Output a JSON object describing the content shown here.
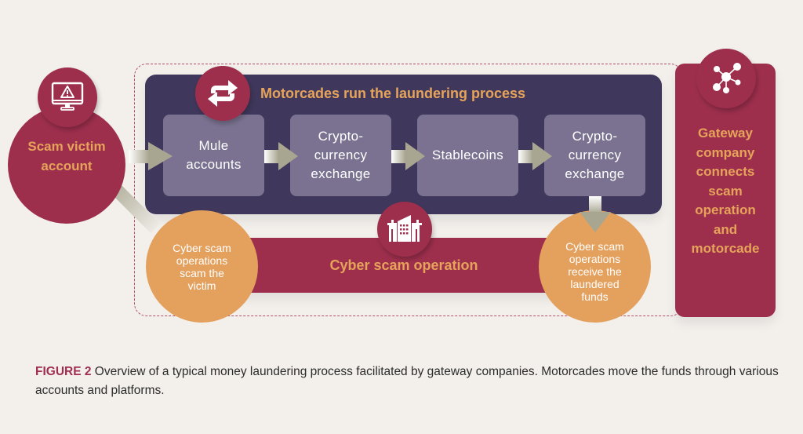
{
  "diagram": {
    "victim": {
      "label_line1": "Scam victim",
      "label_line2": "account",
      "icon": "computer-warning-icon"
    },
    "laundering": {
      "title": "Motorcades run the laundering process",
      "icon": "exchange-arrows-icon",
      "steps": [
        {
          "lines": [
            "Mule",
            "accounts"
          ]
        },
        {
          "lines": [
            "Crypto-",
            "currency",
            "exchange"
          ]
        },
        {
          "lines": [
            "Stablecoins"
          ]
        },
        {
          "lines": [
            "Crypto-",
            "currency",
            "exchange"
          ]
        }
      ]
    },
    "scam_operation": {
      "title": "Cyber scam operation",
      "icon": "building-icon",
      "left_bubble": [
        "Cyber scam",
        "operations",
        "scam the",
        "victim"
      ],
      "right_bubble": [
        "Cyber scam",
        "operations",
        "receive the",
        "laundered",
        "funds"
      ]
    },
    "gateway": {
      "icon": "network-nodes-icon",
      "lines": [
        "Gateway",
        "company",
        "connects",
        "scam",
        "operation",
        "and",
        "motorcade"
      ]
    },
    "colors": {
      "crimson": "#9d2f4d",
      "navy": "#40385c",
      "step_box": "#7a7290",
      "orange": "#e4a05d",
      "accent_text": "#e6a35a",
      "arrow": "#a8a690",
      "background": "#f3f0ec"
    }
  },
  "caption": {
    "figure_label": "FIGURE 2",
    "text": " Overview of a typical money laundering process facilitated by gateway companies. Motorcades move the funds through various accounts and platforms."
  }
}
